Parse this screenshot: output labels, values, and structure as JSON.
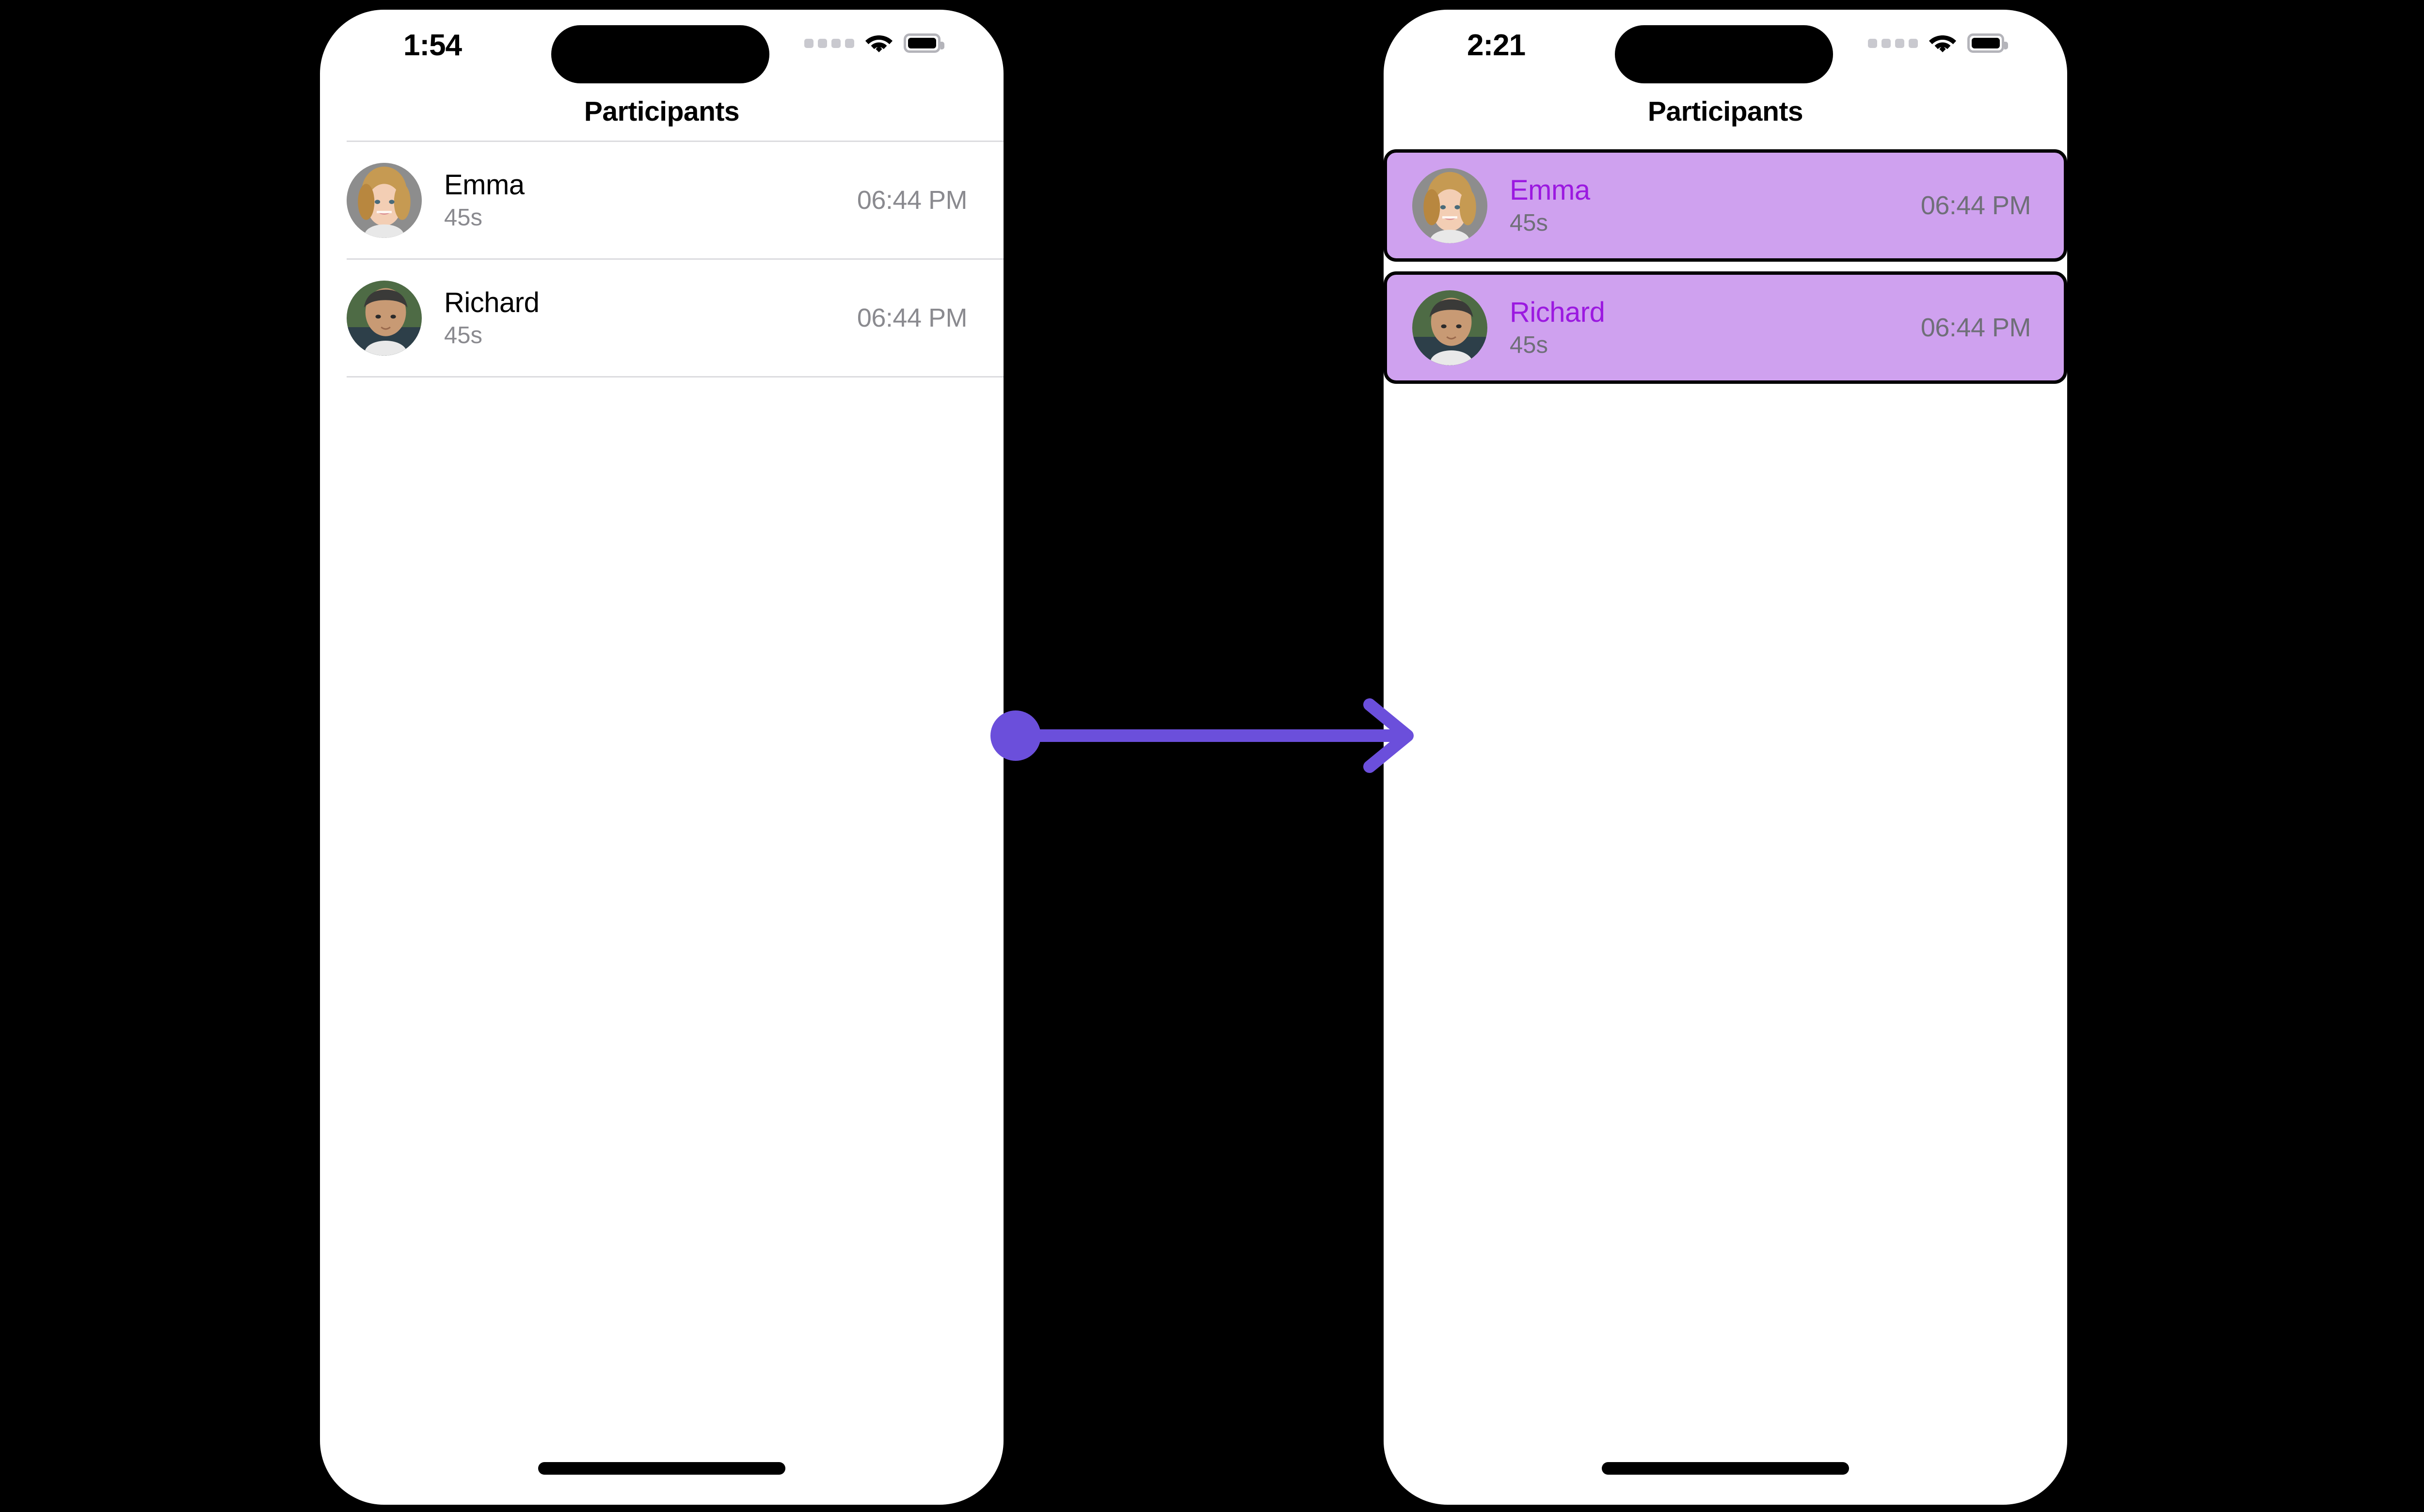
{
  "theme": {
    "background": "#000000",
    "phone_screen": "#ffffff",
    "accent_arrow": "#6b4fdb",
    "highlight_fill": "#cfa1ef",
    "highlight_border": "#000000",
    "highlight_name_color": "#9b19e0",
    "secondary_text": "#8a8a8f",
    "separator": "#dcdcdf"
  },
  "screens": [
    {
      "id": "before",
      "status_bar": {
        "time": "1:54",
        "signal_icon": "cellular-dots-icon",
        "wifi_icon": "wifi-icon",
        "battery_icon": "battery-full-icon"
      },
      "nav": {
        "title": "Participants"
      },
      "participants": [
        {
          "avatar_icon": "avatar-emma-photo",
          "name": "Emma",
          "duration": "45s",
          "time": "06:44 PM",
          "selected": false
        },
        {
          "avatar_icon": "avatar-richard-photo",
          "name": "Richard",
          "duration": "45s",
          "time": "06:44 PM",
          "selected": false
        }
      ],
      "home_indicator": "home-indicator"
    },
    {
      "id": "after",
      "status_bar": {
        "time": "2:21",
        "signal_icon": "cellular-dots-icon",
        "wifi_icon": "wifi-icon",
        "battery_icon": "battery-full-icon"
      },
      "nav": {
        "title": "Participants"
      },
      "participants": [
        {
          "avatar_icon": "avatar-emma-photo",
          "name": "Emma",
          "duration": "45s",
          "time": "06:44 PM",
          "selected": true
        },
        {
          "avatar_icon": "avatar-richard-photo",
          "name": "Richard",
          "duration": "45s",
          "time": "06:44 PM",
          "selected": true
        }
      ],
      "home_indicator": "home-indicator"
    }
  ],
  "annotation": {
    "type": "transition-arrow",
    "icon": "arrow-right-icon",
    "start_marker": "dot",
    "color": "#6b4fdb"
  }
}
